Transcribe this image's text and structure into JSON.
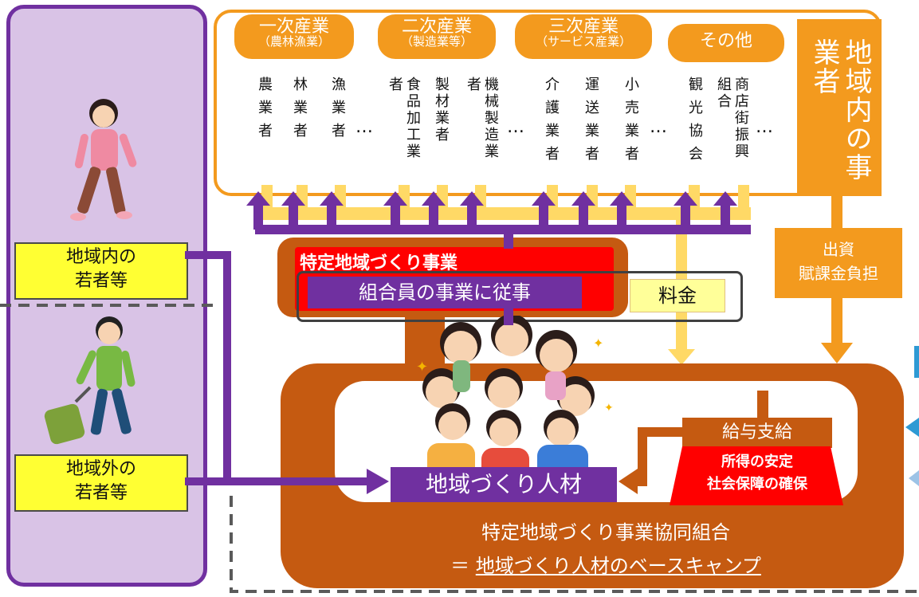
{
  "industries": {
    "primary": {
      "title": "一次産業",
      "subtitle": "（農林漁業）",
      "items": [
        "農業者",
        "林業者",
        "漁業者"
      ]
    },
    "secondary": {
      "title": "二次産業",
      "subtitle": "（製造業等）",
      "items": [
        "食品加工業者",
        "製材業者",
        "機械製造業者"
      ]
    },
    "tertiary": {
      "title": "三次産業",
      "subtitle": "（サービス産業）",
      "items": [
        "介護業者",
        "運送業者",
        "小売業者"
      ]
    },
    "other": {
      "title": "その他",
      "items": [
        "観光協会",
        "商店街振興組合"
      ]
    },
    "ellipsis": "…"
  },
  "local_business": "地域内の事業者",
  "investment_label": {
    "line1": "出資",
    "line2": "賦課金負担"
  },
  "fee_label": "料金",
  "project_title": "特定地域づくり事業",
  "project_work": "組合員の事業に従事",
  "youth_inside": {
    "line1": "地域内の",
    "line2": "若者等"
  },
  "youth_outside": {
    "line1": "地域外の",
    "line2": "若者等"
  },
  "salary_label": "給与支給",
  "stability": {
    "line1": "所得の安定",
    "line2": "社会保障の確保"
  },
  "talent_label": "地域づくり人材",
  "cooperative": {
    "line1": "特定地域づくり事業協同組合",
    "line2_prefix": "＝ ",
    "line2_underlined": "地域づくり人材のベースキャンプ"
  },
  "colors": {
    "orange": "#f39a1e",
    "brown": "#c55a11",
    "purple": "#7030a0",
    "lavender": "#d9c3e6",
    "yellow": "#ffff33",
    "red": "#ff0000",
    "light_orange": "#ffd966"
  }
}
